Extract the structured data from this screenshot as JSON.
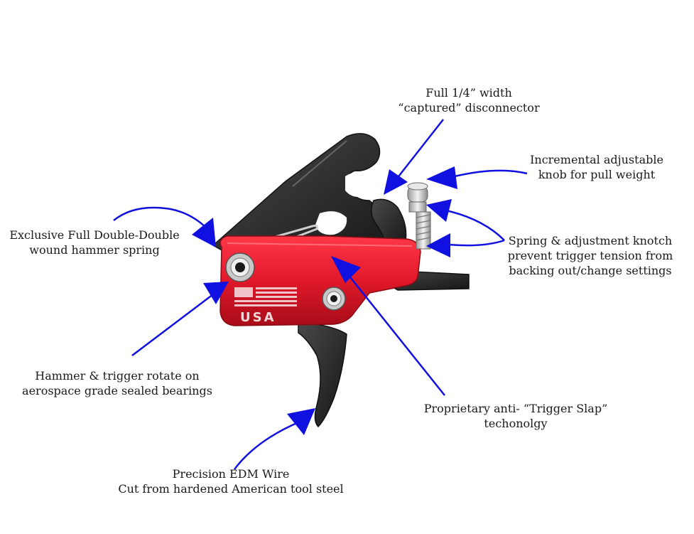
{
  "colors": {
    "arrow": "#1010e0",
    "housing": "#e0182a",
    "steel": "#2b2b2b",
    "background": "#ffffff"
  },
  "housing_text": "USA",
  "callouts": {
    "disconnector": {
      "line1": "Full 1/4” width",
      "line2": "“captured” disconnector"
    },
    "knob": {
      "line1": "Incremental adjustable",
      "line2": "knob for pull weight"
    },
    "knotch": {
      "line1": "Spring & adjustment knotch",
      "line2": "prevent trigger tension from",
      "line3": "backing out/change settings"
    },
    "hammer_spring": {
      "line1": "Exclusive Full Double-Double",
      "line2": "wound hammer spring"
    },
    "bearings": {
      "line1": "Hammer & trigger rotate on",
      "line2": "aerospace grade sealed bearings"
    },
    "slap": {
      "line1": "Proprietary anti- “Trigger Slap”",
      "line2": "techonolgy"
    },
    "edm": {
      "line1": "Precision EDM Wire",
      "line2": "Cut from hardened American tool steel"
    }
  }
}
